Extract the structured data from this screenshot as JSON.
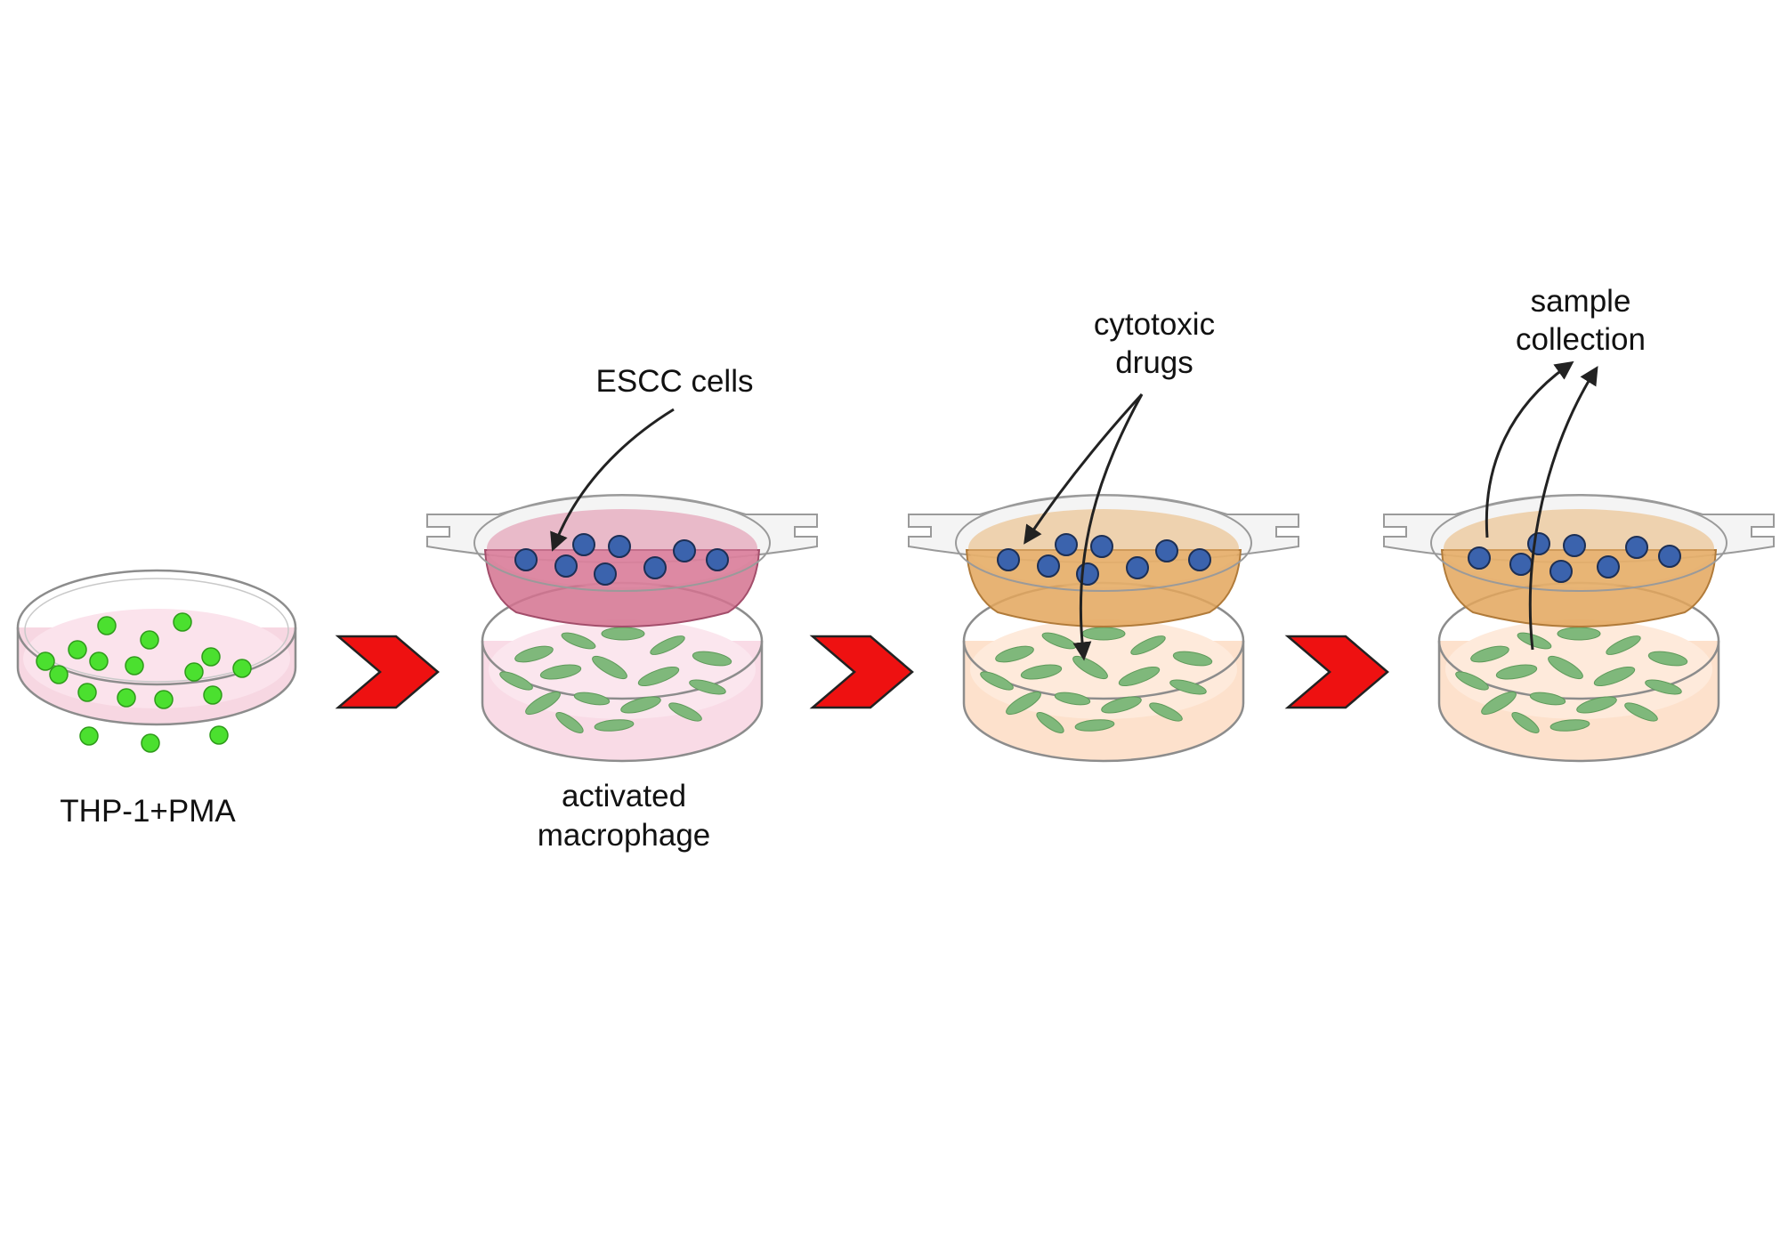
{
  "labels": {
    "thp1": "THP-1+PMA",
    "escc": "ESCC cells",
    "macrophage_line1": "activated",
    "macrophage_line2": "macrophage",
    "drugs_line1": "cytotoxic",
    "drugs_line2": "drugs",
    "sample_line1": "sample",
    "sample_line2": "collection"
  },
  "colors": {
    "pink_medium": "#f9dbe6",
    "pink_insert": "#d4728f",
    "orange_medium": "#fde1cc",
    "orange_insert": "#e3a65c",
    "thp1_cell": "#4be02f",
    "escc_cell": "#3b63ad",
    "macrophage": "#7fb87b",
    "chevron": "#ee1111",
    "text": "#111111"
  },
  "icons": {
    "dish": "petri-dish-icon",
    "insert": "transwell-insert-icon",
    "step": "chevron-right-icon"
  },
  "stages": 4
}
